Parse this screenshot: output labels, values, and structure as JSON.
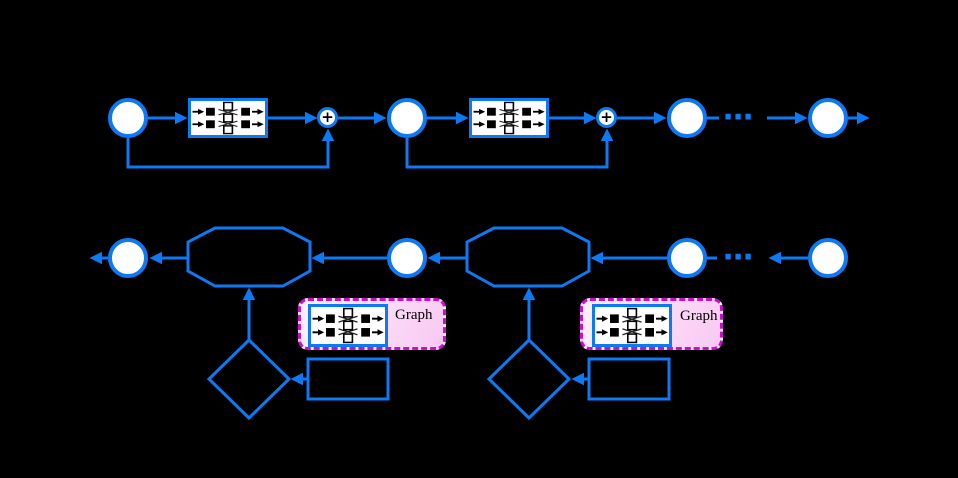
{
  "diagram": {
    "background_color": "#000000",
    "accent_color": "#0D79F2",
    "node_fill": "#FFFFFF",
    "callout": {
      "fill": "#FAD5F6",
      "border_color": "#C90FC9",
      "border_style": "dashed"
    },
    "icons": {
      "gnn_block": "gnn-block-icon",
      "arrowhead": "filled-triangle-arrowhead",
      "adder": "plus-in-circle"
    },
    "top_row": {
      "flow_direction": "left-to-right",
      "adders": [
        {
          "label": "+"
        },
        {
          "label": "+"
        }
      ],
      "ellipsis": "⋯"
    },
    "bottom_row": {
      "flow_direction": "right-to-left",
      "ellipsis": "⋯",
      "callouts": [
        {
          "label": "Graph"
        },
        {
          "label": "Graph"
        }
      ]
    }
  }
}
